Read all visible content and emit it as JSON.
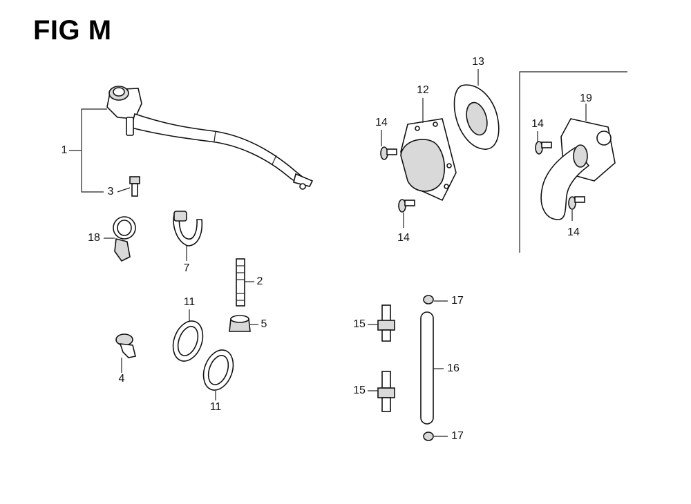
{
  "figure": {
    "title": "FIG M"
  },
  "callouts": {
    "c1": "1",
    "c2": "2",
    "c3": "3",
    "c4": "4",
    "c5": "5",
    "c7": "7",
    "c11a": "11",
    "c11b": "11",
    "c12": "12",
    "c13": "13",
    "c14a": "14",
    "c14b": "14",
    "c14c": "14",
    "c14d": "14",
    "c15a": "15",
    "c15b": "15",
    "c16": "16",
    "c17a": "17",
    "c17b": "17",
    "c18": "18",
    "c19": "19"
  }
}
